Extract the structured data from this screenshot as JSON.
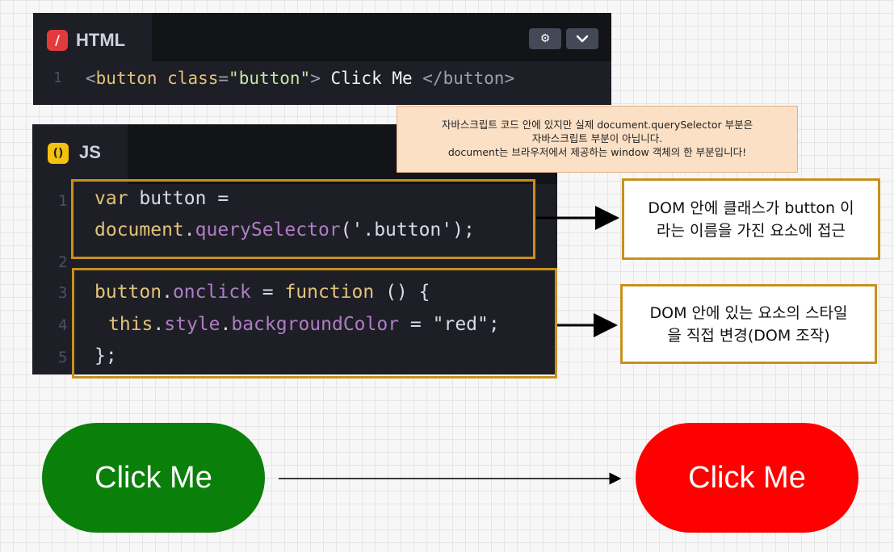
{
  "html_panel": {
    "tab_label": "HTML",
    "line_number": "1",
    "code": {
      "open_lt": "<",
      "tag": "button",
      "attr": "class",
      "eq": "=",
      "value": "\"button\"",
      "gt": ">",
      "text": " Click Me ",
      "close_tag": "</button>"
    }
  },
  "js_panel": {
    "tab_label": "JS",
    "line_numbers": [
      "1",
      "2",
      "3",
      "4",
      "5"
    ],
    "lines": {
      "l1_kw": "var",
      "l1_rest": " button =",
      "l2_obj": "document",
      "l2_dot": ".",
      "l2_fn": "querySelector",
      "l2_args": "('.button');",
      "l3_obj": "button",
      "l3_dot": ".",
      "l3_prop": "onclick",
      "l3_eq": " = ",
      "l3_kw": "function",
      "l3_rest": " () {",
      "l4_kw": "this",
      "l4_dot1": ".",
      "l4_prop1": "style",
      "l4_dot2": ".",
      "l4_prop2": "backgroundColor",
      "l4_eq": " = ",
      "l4_str": "\"red\";",
      "l5": "};"
    }
  },
  "notes": {
    "top_note": [
      "자바스크립트 코드 안에 있지만 실제 document.querySelector 부분은",
      "자바스크립트 부분이 아닙니다.",
      "document는 브라우저에서 제공하는 window 객체의 한 부분입니다!"
    ],
    "anno1": [
      "DOM 안에 클래스가 button 이",
      "라는 이름을 가진 요소에 접근"
    ],
    "anno2": [
      "DOM 안에 있는 요소의 스타일",
      "을 직접 변경(DOM 조작)"
    ]
  },
  "demo": {
    "before_label": "Click Me",
    "after_label": "Click Me",
    "before_color": "#0a7f0a",
    "after_color": "#ff0000"
  },
  "colors": {
    "highlight_border": "#c8901d",
    "note_bg": "#fbe0c5",
    "editor_bg": "#1e1f26"
  }
}
